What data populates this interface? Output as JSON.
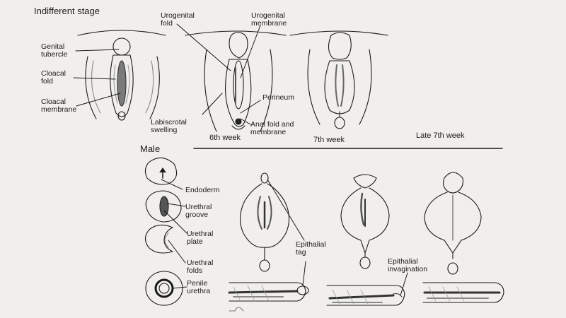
{
  "labels": {
    "indifferent_stage": "Indifferent stage",
    "genital_tubercle": "Genital\ntubercle",
    "cloacal_fold": "Cloacal\nfold",
    "cloacal_membrane": "Cloacal\nmembrane",
    "urogenital_fold": "Urogenital\nfold",
    "urogenital_membrane": "Urogenital\nmembrane",
    "labioscrotal_swelling": "Labiscrotal\nswelling",
    "perineum": "Perineum",
    "anal_fold_membrane": "Anal fold and\nmembrane",
    "week_6": "6th week",
    "week_7": "7th week",
    "late_week_7": "Late 7th week",
    "male": "Male",
    "endoderm": "Endoderm",
    "urethral_groove": "Urethral\ngroove",
    "urethral_plate": "Urethral\nplate",
    "urethral_folds": "Urethral\nfolds",
    "penile_urethra": "Penile\nurethra",
    "epithelial_tag": "Epithalial\ntag",
    "epithelial_invagination": "Epithalial\ninvagination"
  },
  "colors": {
    "background": "#f1efec",
    "ink": "#1a1a1a",
    "shading": "#8a8a8a"
  }
}
